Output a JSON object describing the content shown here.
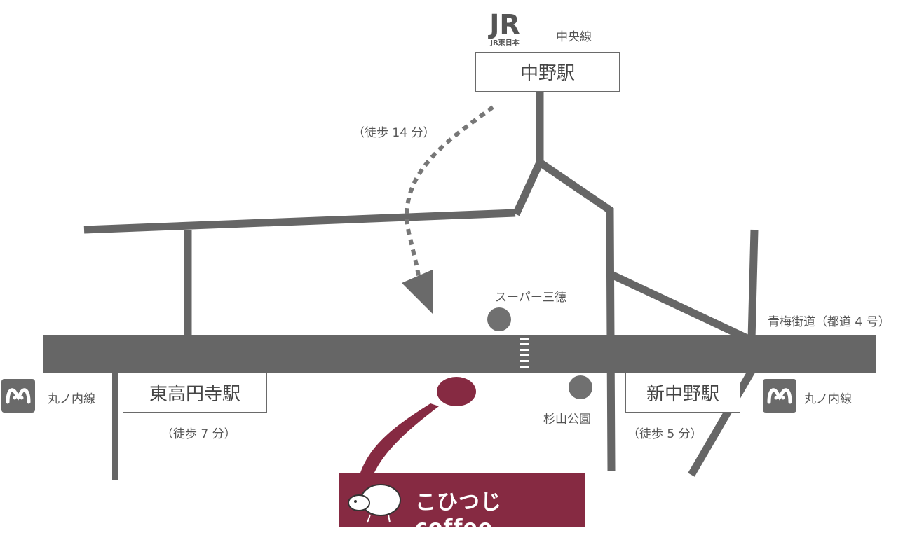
{
  "stations": {
    "nakano": "中野駅",
    "higashi_koenji": "東高円寺駅",
    "shin_nakano": "新中野駅"
  },
  "lines": {
    "chuo": "中央線",
    "marunouchi_left": "丸ノ内線",
    "marunouchi_right": "丸ノ内線"
  },
  "walk_times": {
    "from_nakano": "（徒歩 14 分）",
    "from_higashi_koenji": "（徒歩 7 分）",
    "from_shin_nakano": "（徒歩 5 分）"
  },
  "landmarks": {
    "supermarket": "スーパー三徳",
    "park": "杉山公園",
    "road": "青梅街道（都道 4 号）"
  },
  "logos": {
    "jr": "JR",
    "jr_sub": "JR東日本"
  },
  "shop": {
    "name": "こひつじ coffee",
    "color": "#862a42"
  },
  "colors": {
    "road": "#666666",
    "marker": "#862a42",
    "landmark": "#707070"
  },
  "icons": [
    "metro-icon",
    "jr-logo",
    "sheep-icon",
    "location-pin-icon",
    "walk-arrow-icon"
  ]
}
